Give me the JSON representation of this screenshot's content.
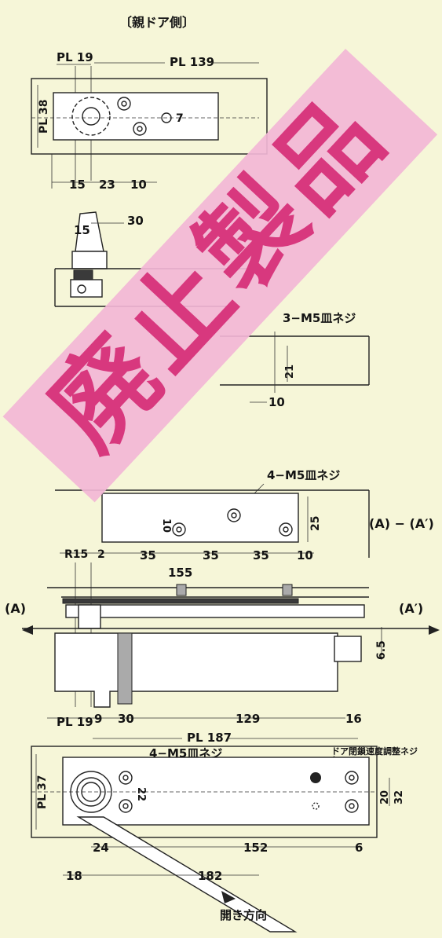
{
  "header": {
    "title": "〔親ドア側〕"
  },
  "watermark": {
    "text": "廃止製品",
    "color": "#f2b6d6",
    "text_color": "#d8387e"
  },
  "top_view": {
    "pl19": "PL 19",
    "pl139": "PL 139",
    "pl38": "PL 38",
    "d7": "7",
    "d15": "15",
    "d23": "23",
    "d10": "10"
  },
  "side_view": {
    "d15": "15",
    "d30": "30"
  },
  "front_view": {
    "screw_label": "3−M5皿ネジ",
    "d21": "21",
    "d10": "10"
  },
  "plate_view": {
    "screw_label": "4−M5皿ネジ",
    "d10": "10",
    "d25": "25",
    "r15": "R15",
    "d2": "2",
    "d35a": "35",
    "d35b": "35",
    "d35c": "35",
    "d10b": "10",
    "d155": "155",
    "section_label": "(A) − (A′)"
  },
  "section_view": {
    "marker_left": "(A)",
    "marker_right": "(A′)",
    "d65": "6.5",
    "d9": "9",
    "d30": "30",
    "d129": "129",
    "d16": "16"
  },
  "bottom_view": {
    "pl19": "PL 19",
    "pl187": "PL 187",
    "screw_label": "4−M5皿ネジ",
    "adjust_label": "ドア閉鎖速度調整ネジ",
    "pl37": "PL 37",
    "d22": "22",
    "d20": "20",
    "d32": "32",
    "d24": "24",
    "d152": "152",
    "d6": "6",
    "d18": "18",
    "d182": "182",
    "open_dir": "開き方向"
  }
}
